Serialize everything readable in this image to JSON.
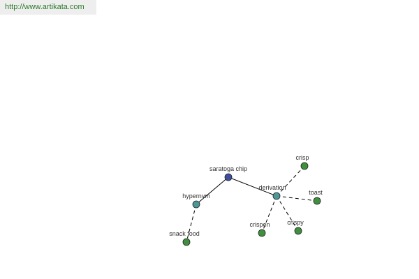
{
  "header": {
    "url": "http://www.artikata.com"
  },
  "colors": {
    "root": "#3d4f9a",
    "hub": "#4a9898",
    "leaf": "#3f8f3f",
    "url_text": "#2a7a2a",
    "url_bg": "#eeeeee"
  },
  "graph": {
    "nodes": [
      {
        "id": "saratoga-chip",
        "label": "saratoga chip",
        "kind": "root"
      },
      {
        "id": "hypernym",
        "label": "hypernym",
        "kind": "hub"
      },
      {
        "id": "derivation",
        "label": "derivation",
        "kind": "hub"
      },
      {
        "id": "snack-food",
        "label": "snack food",
        "kind": "leaf"
      },
      {
        "id": "crisp",
        "label": "crisp",
        "kind": "leaf"
      },
      {
        "id": "toast",
        "label": "toast",
        "kind": "leaf"
      },
      {
        "id": "crispen",
        "label": "crispen",
        "kind": "leaf"
      },
      {
        "id": "crispy",
        "label": "crispy",
        "kind": "leaf"
      }
    ],
    "edges": [
      {
        "from": "saratoga-chip",
        "to": "hypernym",
        "style": "solid"
      },
      {
        "from": "saratoga-chip",
        "to": "derivation",
        "style": "solid"
      },
      {
        "from": "hypernym",
        "to": "snack-food",
        "style": "dashed"
      },
      {
        "from": "derivation",
        "to": "crisp",
        "style": "dashed"
      },
      {
        "from": "derivation",
        "to": "toast",
        "style": "dashed"
      },
      {
        "from": "derivation",
        "to": "crispen",
        "style": "dashed"
      },
      {
        "from": "derivation",
        "to": "crispy",
        "style": "dashed"
      }
    ]
  }
}
